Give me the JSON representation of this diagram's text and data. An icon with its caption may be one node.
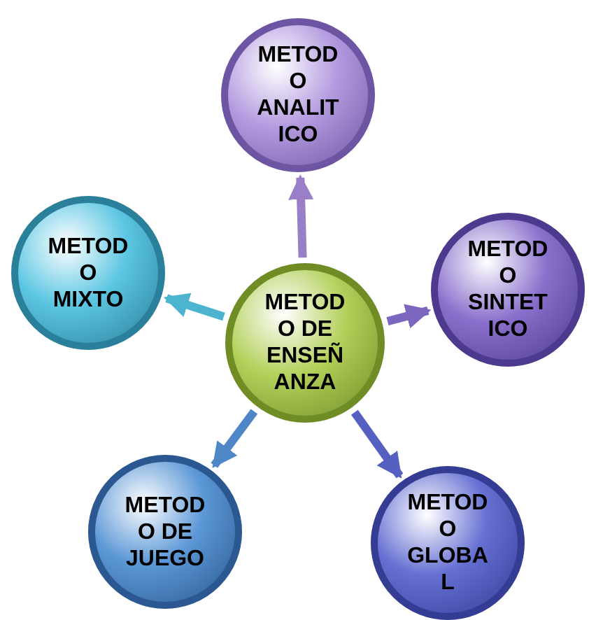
{
  "diagram": {
    "nodes": [
      {
        "text": [
          "METOD O DE ENSEÑ ANZA"
        ]
      },
      {
        "text": [
          "METOD O ANALIT ICO"
        ]
      },
      {
        "text": [
          "METOD O SINTET ICO"
        ]
      },
      {
        "text": [
          "METOD O MIXTO"
        ]
      },
      {
        "text": [
          "METOD O DE JUEGO"
        ]
      },
      {
        "text": [
          "METOD O GLOBA L"
        ]
      }
    ],
    "edges": [
      {
        "from": 0,
        "to": 1,
        "arrow": "to",
        "color": "#9a7fc8"
      },
      {
        "from": 0,
        "to": 2,
        "arrow": "to",
        "color": "#7d66c0"
      },
      {
        "from": 0,
        "to": 3,
        "arrow": "to",
        "color": "#4cb4cf"
      },
      {
        "from": 0,
        "to": 4,
        "arrow": "to",
        "color": "#4f86c6"
      },
      {
        "from": 0,
        "to": 5,
        "arrow": "to",
        "color": "#5560c0"
      }
    ]
  }
}
